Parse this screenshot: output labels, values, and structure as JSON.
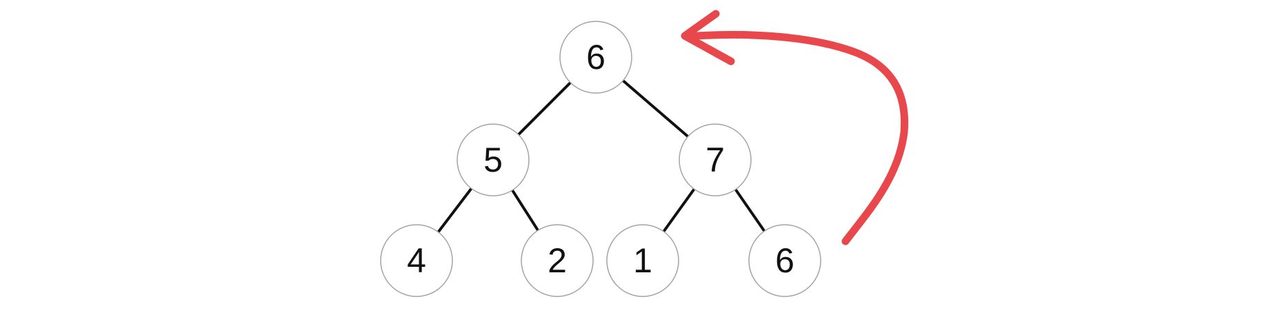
{
  "diagram": {
    "type": "binary-tree",
    "nodes": [
      {
        "id": "root",
        "label": "6"
      },
      {
        "id": "left",
        "label": "5"
      },
      {
        "id": "right",
        "label": "7"
      },
      {
        "id": "left-left",
        "label": "4"
      },
      {
        "id": "left-right",
        "label": "2"
      },
      {
        "id": "right-left",
        "label": "1"
      },
      {
        "id": "right-right",
        "label": "6"
      }
    ],
    "edges": [
      {
        "from": "root",
        "to": "left"
      },
      {
        "from": "root",
        "to": "right"
      },
      {
        "from": "left",
        "to": "left-left"
      },
      {
        "from": "left",
        "to": "left-right"
      },
      {
        "from": "right",
        "to": "right-left"
      },
      {
        "from": "right",
        "to": "right-right"
      }
    ],
    "colors": {
      "background": "#ffffff",
      "edge": "#111111",
      "node_stroke": "#a3a3a3",
      "node_fill": "#ffffff",
      "label": "#111111",
      "annotation_arrow": "#e8484c"
    },
    "annotation": {
      "arrow": {
        "shape": "curved hand-drawn arrow",
        "starts_near": "right of bottom-right leaf node (6)",
        "points_to": "root node (6)"
      }
    }
  }
}
